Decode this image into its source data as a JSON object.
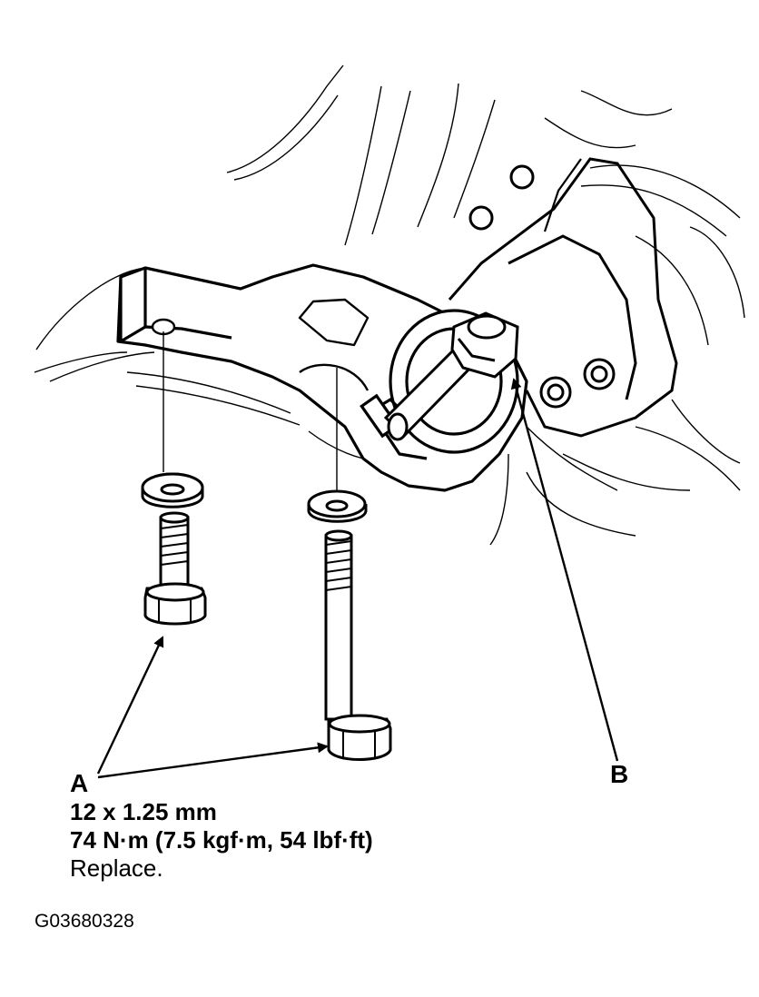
{
  "labels": {
    "callout_a": "A",
    "callout_b": "B"
  },
  "spec_a": {
    "size": "12 x 1.25 mm",
    "torque": "74 N·m (7.5 kgf·m, 54 lbf·ft)",
    "note": "Replace."
  },
  "figure_code": "G03680328",
  "colors": {
    "line": "#000000",
    "background": "#ffffff"
  }
}
